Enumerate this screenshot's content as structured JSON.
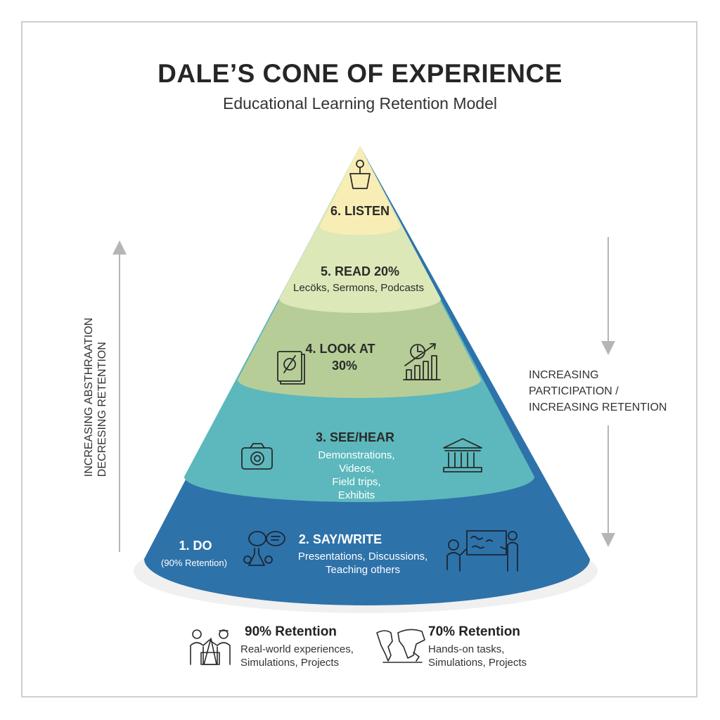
{
  "header": {
    "title": "DALE’S CONE OF EXPERIENCE",
    "subtitle": "Educational Learning Retention Model"
  },
  "colors": {
    "listen": "#f8eeb5",
    "read": "#dde8b8",
    "look": "#b7cd97",
    "see_hear": "#5cb8bd",
    "do_say": "#2e72aa"
  },
  "cone": {
    "listen": {
      "label": "6. LISTEN",
      "icon": "podium-icon"
    },
    "read": {
      "label": "5. READ 20%",
      "desc": "Lecöks, Sermons, Podcasts"
    },
    "look": {
      "label_1": "4. LOOK AT",
      "label_2": "30%",
      "icons": [
        "document-icon",
        "chart-icon"
      ]
    },
    "see_hear": {
      "label": "3. SEE/HEAR",
      "desc": [
        "Demonstrations,",
        "Videos,",
        "Field trips,",
        "Exhibits"
      ],
      "icons": [
        "camera-icon",
        "museum-icon"
      ]
    },
    "say_write": {
      "label": "2. SAY/WRITE",
      "desc": [
        "Presentations, Discussions,",
        "Teaching others"
      ],
      "icons": [
        "discussion-icon",
        "whiteboard-icon"
      ]
    },
    "do": {
      "label": "1. DO",
      "desc": "(90% Retention)"
    }
  },
  "left_axis": {
    "line_1": "INCREASING ABSTHRAATION",
    "line_2": "DECRESING RETENTION"
  },
  "right_axis": {
    "line_1": "INCREASING",
    "line_2": "PARTICIPATION /",
    "line_3": "INCREASING RETENTION"
  },
  "bottom": [
    {
      "heading": "90% Retention",
      "desc_1": "Real-world experiences,",
      "desc_2": "Simulations, Projects",
      "icon": "workers-icon"
    },
    {
      "heading": "70% Retention",
      "desc_1": "Hands-on tasks,",
      "desc_2": "Simulations, Projects",
      "icon": "world-map-icon"
    }
  ]
}
